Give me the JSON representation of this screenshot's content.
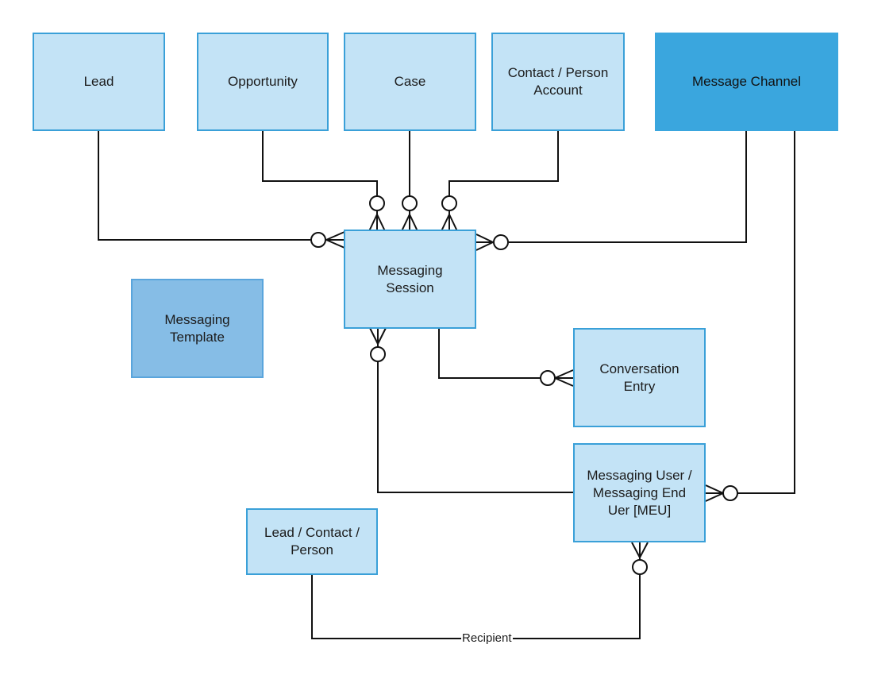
{
  "entities": {
    "lead": "Lead",
    "opportunity": "Opportunity",
    "case": "Case",
    "contact_person_account": "Contact / Person\nAccount",
    "message_channel": "Message Channel",
    "messaging_session": "Messaging\nSession",
    "messaging_template": "Messaging\nTemplate",
    "conversation_entry": "Conversation\nEntry",
    "messaging_user": "Messaging User /\nMessaging End\nUer [MEU]",
    "lead_contact_person": "Lead / Contact /\nPerson"
  },
  "relationships": {
    "recipient_label": "Recipient"
  },
  "colors": {
    "entity_fill": "#c3e3f6",
    "entity_border": "#3aa0d8",
    "message_channel_fill": "#3aa6de",
    "messaging_template_fill": "#86bde6",
    "line": "#111111"
  }
}
